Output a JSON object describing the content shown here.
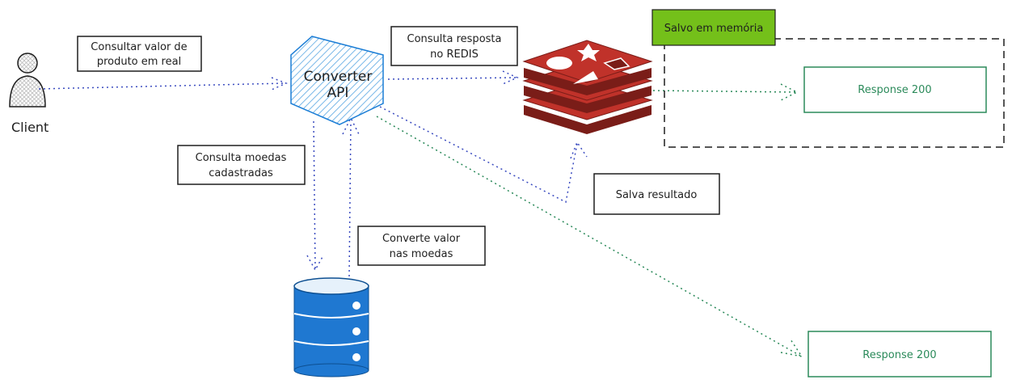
{
  "client": {
    "label": "Client"
  },
  "api": {
    "line1": "Converter",
    "line2": "API"
  },
  "notes": {
    "consult_price": [
      "Consultar valor de",
      "produto em real"
    ],
    "consult_coins": [
      "Consulta moedas",
      "cadastradas"
    ],
    "convert_value": [
      "Converte valor",
      "nas moedas"
    ],
    "consult_redis": [
      "Consulta resposta",
      "no REDIS"
    ],
    "save_result": "Salva resultado"
  },
  "memory": {
    "label": "Salvo em memória"
  },
  "responses": {
    "top": "Response 200",
    "bottom": "Response 200"
  },
  "colors": {
    "blue_arrow": "#3b4cc0",
    "green_arrow": "#2b8a5a",
    "hex_fill": "#a5d8ff",
    "hex_stroke": "#1c7ed6",
    "redis": "#c0322a",
    "redis_dark": "#7a1d18",
    "db_fill": "#1f78d1",
    "memory_tag": "#74c01a"
  }
}
